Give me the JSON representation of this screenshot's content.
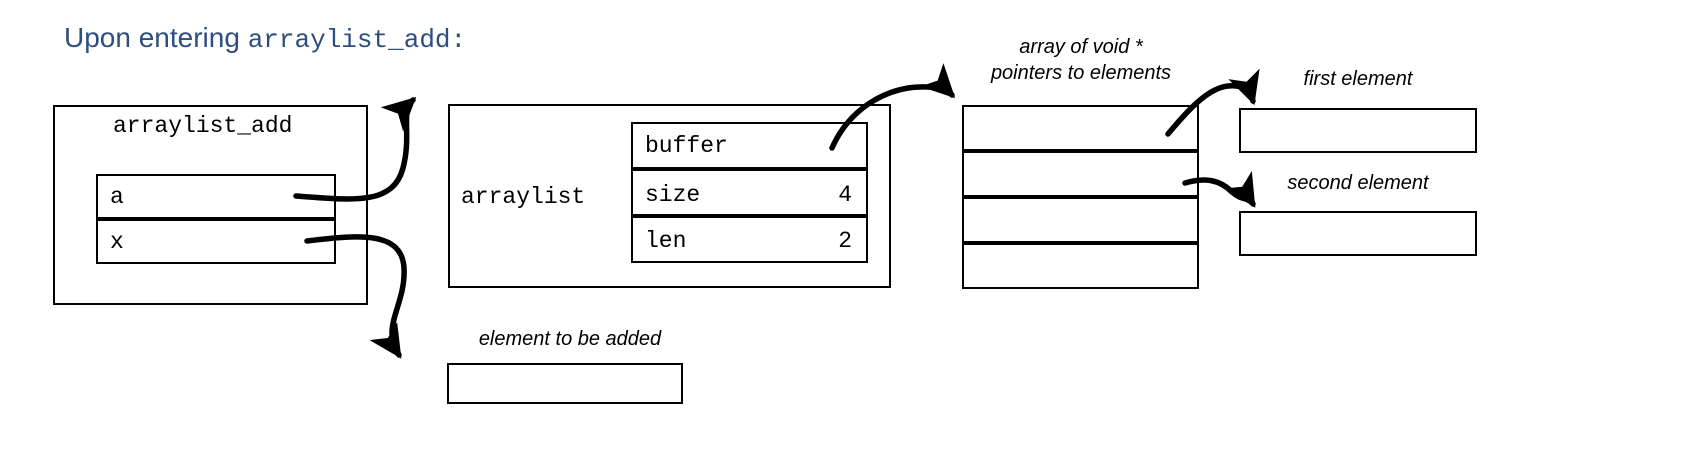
{
  "title": {
    "prefix": "Upon entering ",
    "code": "arraylist_add:"
  },
  "stack_frame": {
    "name": "arraylist_add",
    "variables": [
      {
        "name": "a"
      },
      {
        "name": "x"
      }
    ]
  },
  "arraylist_struct": {
    "label": "arraylist",
    "fields": [
      {
        "name": "buffer",
        "value": ""
      },
      {
        "name": "size",
        "value": "4"
      },
      {
        "name": "len",
        "value": "2"
      }
    ]
  },
  "buffer_array": {
    "annotation_line1": "array of void *",
    "annotation_line2": "pointers to elements",
    "slots": [
      "",
      "",
      "",
      ""
    ]
  },
  "elements": [
    {
      "label": "first element",
      "value": ""
    },
    {
      "label": "second element",
      "value": ""
    }
  ],
  "new_element": {
    "label": "element to be added",
    "value": ""
  },
  "colors": {
    "title": "#2e4e7e",
    "stroke": "#000000",
    "background": "#ffffff"
  }
}
